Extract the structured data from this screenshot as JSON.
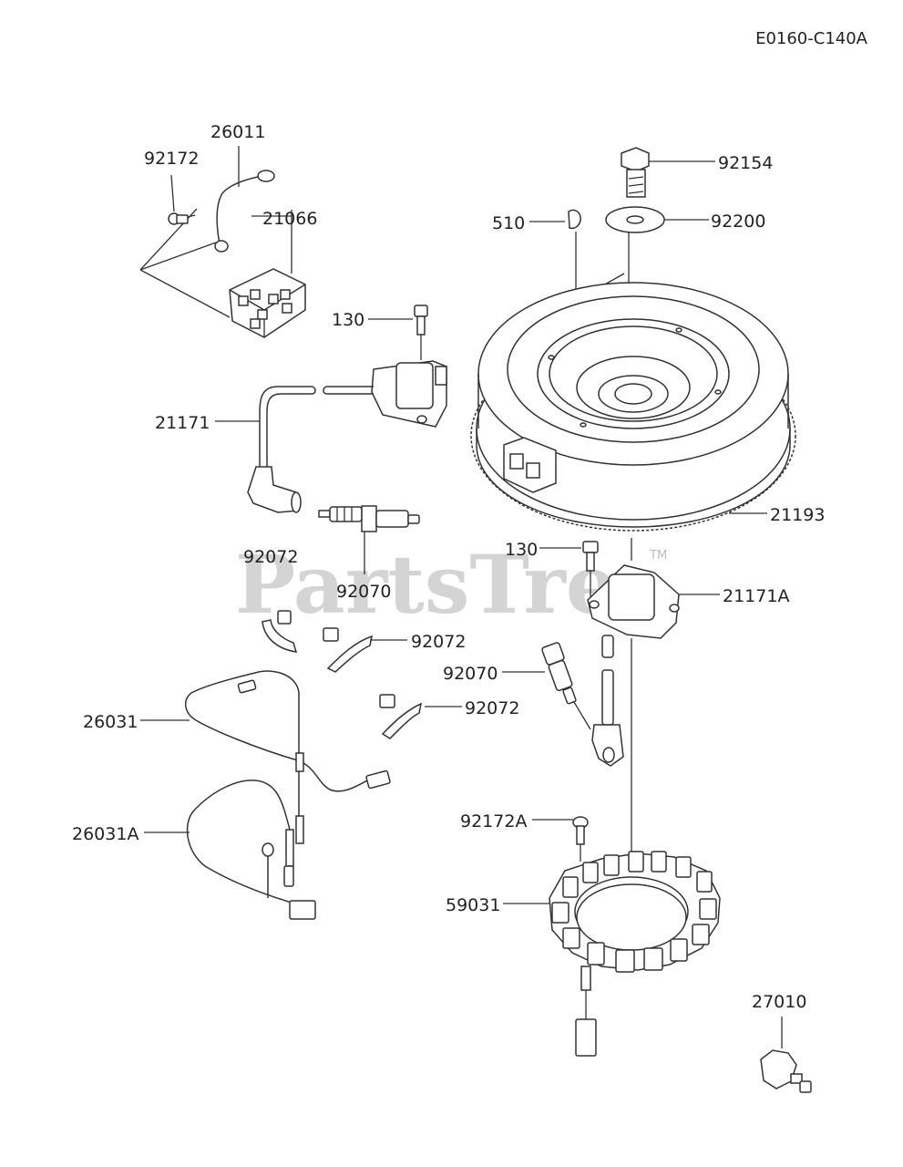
{
  "diagram_code": "E0160-C140A",
  "watermark": "PartsTree",
  "trademark": "TM",
  "labels": {
    "p92172": "92172",
    "p26011": "26011",
    "p21066": "21066",
    "p130_a": "130",
    "p21171": "21171",
    "p92070_a": "92070",
    "p92072_a": "92072",
    "p92072_b": "92072",
    "p92072_c": "92072",
    "p26031": "26031",
    "p26031a": "26031A",
    "p92154": "92154",
    "p510": "510",
    "p92200": "92200",
    "p21193": "21193",
    "p130_b": "130",
    "p21171a": "21171A",
    "p92070_b": "92070",
    "p92172a": "92172A",
    "p59031": "59031",
    "p27010": "27010"
  }
}
